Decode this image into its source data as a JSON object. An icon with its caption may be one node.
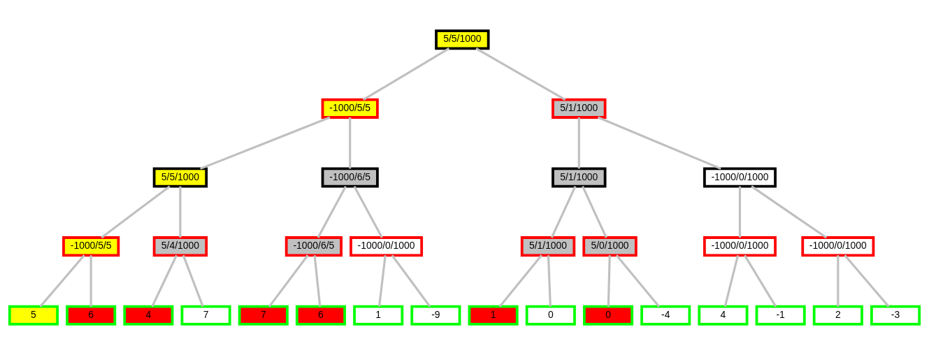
{
  "diagram": {
    "nodes": [
      {
        "text": [
          "5/5/1000"
        ]
      },
      {
        "text": [
          "-1000/5/5"
        ]
      },
      {
        "text": [
          "5/1/1000"
        ]
      },
      {
        "text": [
          "5/5/1000"
        ]
      },
      {
        "text": [
          "-1000/6/5"
        ]
      },
      {
        "text": [
          "5/1/1000"
        ]
      },
      {
        "text": [
          "-1000/0/1000"
        ]
      },
      {
        "text": [
          "-1000/5/5"
        ]
      },
      {
        "text": [
          "5/4/1000"
        ]
      },
      {
        "text": [
          "-1000/6/5"
        ]
      },
      {
        "text": [
          "-1000/0/1000"
        ]
      },
      {
        "text": [
          "5/1/1000"
        ]
      },
      {
        "text": [
          "5/0/1000"
        ]
      },
      {
        "text": [
          "-1000/0/1000"
        ]
      },
      {
        "text": [
          "-1000/0/1000"
        ]
      },
      {
        "text": [
          "5"
        ]
      },
      {
        "text": [
          "6"
        ]
      },
      {
        "text": [
          "4"
        ]
      },
      {
        "text": [
          "7"
        ]
      },
      {
        "text": [
          "7"
        ]
      },
      {
        "text": [
          "6"
        ]
      },
      {
        "text": [
          "1"
        ]
      },
      {
        "text": [
          "-9"
        ]
      },
      {
        "text": [
          "1"
        ]
      },
      {
        "text": [
          "0"
        ]
      },
      {
        "text": [
          "0"
        ]
      },
      {
        "text": [
          "-4"
        ]
      },
      {
        "text": [
          "4"
        ]
      },
      {
        "text": [
          "-1"
        ]
      },
      {
        "text": [
          "2"
        ]
      },
      {
        "text": [
          "-3"
        ]
      }
    ],
    "edges": [
      {
        "from": 0,
        "to": 1,
        "arrow": "none"
      },
      {
        "from": 0,
        "to": 2,
        "arrow": "none"
      },
      {
        "from": 1,
        "to": 3,
        "arrow": "none"
      },
      {
        "from": 1,
        "to": 4,
        "arrow": "none"
      },
      {
        "from": 2,
        "to": 5,
        "arrow": "none"
      },
      {
        "from": 2,
        "to": 6,
        "arrow": "none"
      },
      {
        "from": 3,
        "to": 7,
        "arrow": "none"
      },
      {
        "from": 3,
        "to": 8,
        "arrow": "none"
      },
      {
        "from": 4,
        "to": 9,
        "arrow": "none"
      },
      {
        "from": 4,
        "to": 10,
        "arrow": "none"
      },
      {
        "from": 5,
        "to": 11,
        "arrow": "none"
      },
      {
        "from": 5,
        "to": 12,
        "arrow": "none"
      },
      {
        "from": 6,
        "to": 13,
        "arrow": "none"
      },
      {
        "from": 6,
        "to": 14,
        "arrow": "none"
      },
      {
        "from": 7,
        "to": 15,
        "arrow": "none"
      },
      {
        "from": 7,
        "to": 16,
        "arrow": "none"
      },
      {
        "from": 8,
        "to": 17,
        "arrow": "none"
      },
      {
        "from": 8,
        "to": 18,
        "arrow": "none"
      },
      {
        "from": 9,
        "to": 19,
        "arrow": "none"
      },
      {
        "from": 9,
        "to": 20,
        "arrow": "none"
      },
      {
        "from": 10,
        "to": 21,
        "arrow": "none"
      },
      {
        "from": 10,
        "to": 22,
        "arrow": "none"
      },
      {
        "from": 11,
        "to": 23,
        "arrow": "none"
      },
      {
        "from": 11,
        "to": 24,
        "arrow": "none"
      },
      {
        "from": 12,
        "to": 25,
        "arrow": "none"
      },
      {
        "from": 12,
        "to": 26,
        "arrow": "none"
      },
      {
        "from": 13,
        "to": 27,
        "arrow": "none"
      },
      {
        "from": 13,
        "to": 28,
        "arrow": "none"
      },
      {
        "from": 14,
        "to": 29,
        "arrow": "none"
      },
      {
        "from": 14,
        "to": 30,
        "arrow": "none"
      }
    ]
  }
}
